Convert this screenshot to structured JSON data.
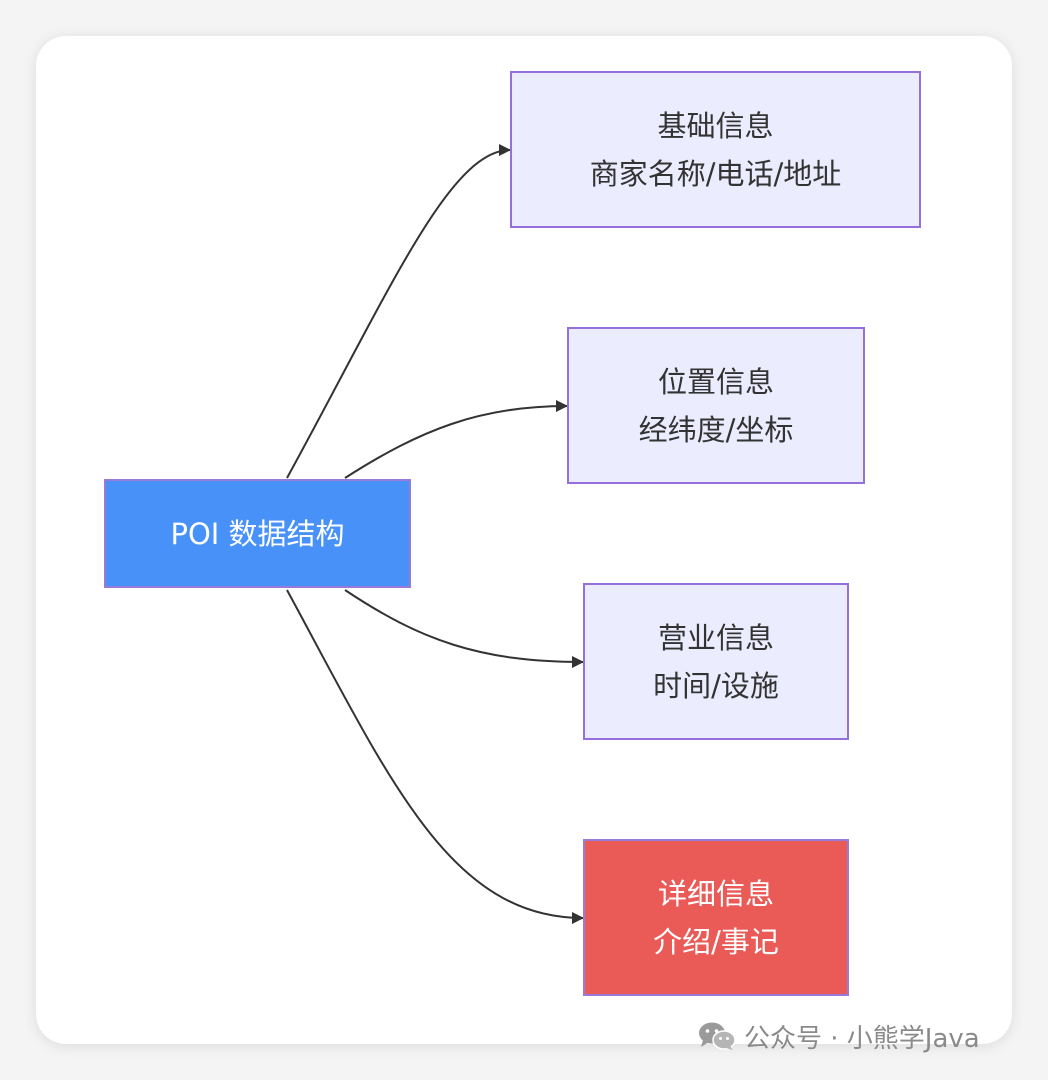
{
  "diagram": {
    "root": {
      "label": "POI 数据结构"
    },
    "children": [
      {
        "title": "基础信息",
        "detail": "商家名称/电话/地址"
      },
      {
        "title": "位置信息",
        "detail": "经纬度/坐标"
      },
      {
        "title": "营业信息",
        "detail": "时间/设施"
      },
      {
        "title": "详细信息",
        "detail": "介绍/事记"
      }
    ]
  },
  "colors": {
    "root_fill": "#4791f9",
    "child_fill": "#ececff",
    "child_border": "#9370db",
    "highlight_fill": "#ea5b57",
    "edge": "#333333"
  },
  "watermark": {
    "icon": "wechat-icon",
    "text": "公众号 · 小熊学Java"
  }
}
